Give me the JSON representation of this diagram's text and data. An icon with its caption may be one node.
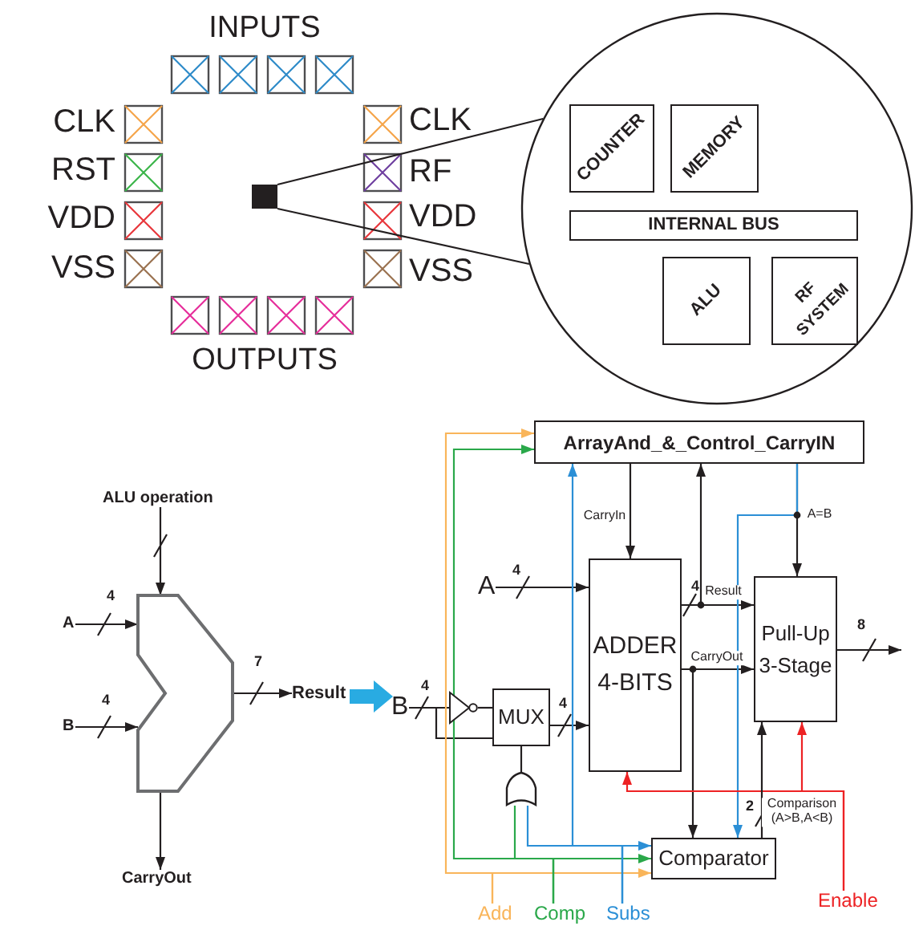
{
  "diagram": {
    "nodes": [
      {
        "text": [],
        "shape": "box"
      },
      {
        "text": [],
        "shape": "circle"
      },
      {
        "text": [
          "COUNTER"
        ],
        "in": 1
      },
      {
        "text": [
          "MEMORY"
        ],
        "in": 1
      },
      {
        "text": [
          "INTERNAL BUS"
        ],
        "in": 1
      },
      {
        "text": [
          "ALU"
        ],
        "in": 1
      },
      {
        "text": [
          "RF SYSTEM"
        ],
        "in": 1
      },
      {
        "text": [
          "ALU operation"
        ]
      },
      {
        "text": [],
        "shape": "alu"
      },
      {
        "text": [
          "A"
        ]
      },
      {
        "text": [
          "B"
        ]
      },
      {
        "text": [
          "Result"
        ]
      },
      {
        "text": [
          "CarryOut"
        ]
      },
      {
        "text": [
          "B"
        ]
      },
      {
        "text": [
          "A"
        ]
      },
      {
        "text": [
          "ArrayAnd_&_Control_CarryIN"
        ]
      },
      {
        "text": [
          "ADDER 4-BITS"
        ]
      },
      {
        "text": [
          "Pull-Up 3-Stage"
        ]
      },
      {
        "text": [
          "MUX"
        ]
      },
      {
        "text": [],
        "shape": "triangle"
      },
      {
        "text": [],
        "shape": "gate"
      },
      {
        "text": [
          "Comparator"
        ]
      },
      {
        "text": [
          "Add"
        ]
      },
      {
        "text": [
          "Comp"
        ]
      },
      {
        "text": [
          "Subs"
        ]
      },
      {
        "text": [
          "Enable"
        ]
      }
    ],
    "edges": [
      {
        "from": 0,
        "to": 1,
        "arrow": "none"
      },
      {
        "from": 0,
        "to": 1,
        "arrow": "none"
      },
      {
        "from": 7,
        "to": 8,
        "arrow": "to"
      },
      {
        "from": 9,
        "to": 8,
        "arrow": "to",
        "label": "4"
      },
      {
        "from": 10,
        "to": 8,
        "arrow": "to",
        "label": "4"
      },
      {
        "from": 8,
        "to": 11,
        "arrow": "to",
        "label": "7"
      },
      {
        "from": 8,
        "to": 12,
        "arrow": "to"
      },
      {
        "from": 11,
        "to": 13,
        "arrow": "to",
        "style": "thick",
        "color": "#29abe2"
      },
      {
        "from": 14,
        "to": 16,
        "arrow": "to",
        "label": "4"
      },
      {
        "from": 13,
        "to": 19,
        "arrow": "none",
        "label": "4"
      },
      {
        "from": 13,
        "to": 18,
        "arrow": "none"
      },
      {
        "from": 19,
        "to": 18,
        "arrow": "none"
      },
      {
        "from": 18,
        "to": 16,
        "arrow": "to",
        "label": "4"
      },
      {
        "from": 20,
        "to": 18,
        "arrow": "none"
      },
      {
        "from": 15,
        "to": 16,
        "arrow": "to",
        "label": "CarryIn"
      },
      {
        "from": 15,
        "to": 17,
        "arrow": "to",
        "label": "A=B"
      },
      {
        "from": 16,
        "to": 17,
        "arrow": "to",
        "label": "Result"
      },
      {
        "from": 16,
        "to": 17,
        "arrow": "to",
        "label": "CarryOut"
      },
      {
        "from": 16,
        "to": 15,
        "arrow": "to"
      },
      {
        "from": 16,
        "to": 21,
        "arrow": "to"
      },
      {
        "from": 15,
        "to": 21,
        "arrow": "to",
        "color": "#2b8fd6"
      },
      {
        "from": 22,
        "to": 15,
        "arrow": "to",
        "color": "#f9b55a"
      },
      {
        "from": 22,
        "to": 21,
        "arrow": "to",
        "color": "#f9b55a"
      },
      {
        "from": 23,
        "to": 15,
        "arrow": "to",
        "color": "#2aa84a"
      },
      {
        "from": 23,
        "to": 20,
        "arrow": "none",
        "color": "#2aa84a"
      },
      {
        "from": 23,
        "to": 21,
        "arrow": "to",
        "color": "#2aa84a"
      },
      {
        "from": 24,
        "to": 15,
        "arrow": "to",
        "color": "#2b8fd6"
      },
      {
        "from": 24,
        "to": 20,
        "arrow": "none",
        "color": "#2b8fd6"
      },
      {
        "from": 24,
        "to": 21,
        "arrow": "to",
        "color": "#2b8fd6"
      },
      {
        "from": 25,
        "to": 16,
        "arrow": "to",
        "color": "#ed2224"
      },
      {
        "from": 25,
        "to": 17,
        "arrow": "to",
        "color": "#ed2224"
      },
      {
        "from": 21,
        "to": 17,
        "arrow": "to",
        "label": "Comparison (A>B,A<B)"
      },
      {
        "from": 17,
        "to": null,
        "arrow": "to",
        "label": "8"
      }
    ],
    "labels": [
      "INPUTS",
      "CLK",
      "RST",
      "VDD",
      "VSS",
      "CLK",
      "RF",
      "VDD",
      "VSS",
      "OUTPUTS",
      "4",
      "2"
    ]
  }
}
